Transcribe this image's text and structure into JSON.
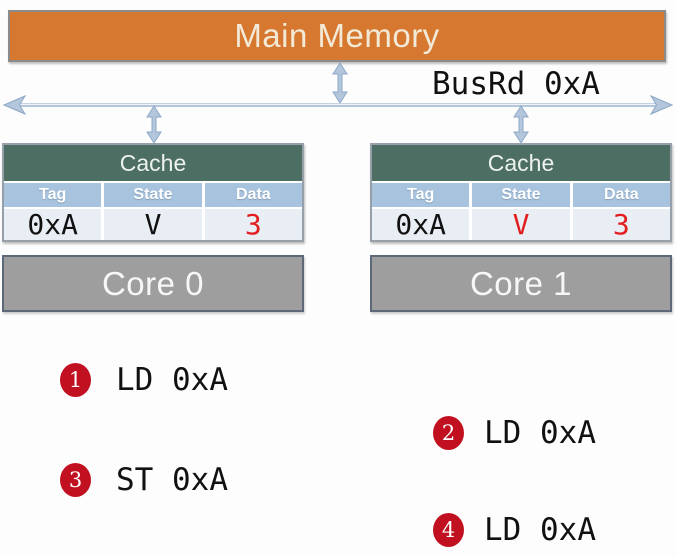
{
  "memory": {
    "label": "Main Memory"
  },
  "bus": {
    "label": "BusRd 0xA"
  },
  "caches": [
    {
      "title": "Cache",
      "columns": [
        "Tag",
        "State",
        "Data"
      ],
      "row": {
        "tag": "0xA",
        "state": "V",
        "data": "3"
      }
    },
    {
      "title": "Cache",
      "columns": [
        "Tag",
        "State",
        "Data"
      ],
      "row": {
        "tag": "0xA",
        "state": "V",
        "data": "3"
      }
    }
  ],
  "cores": [
    {
      "label": "Core 0"
    },
    {
      "label": "Core 1"
    }
  ],
  "steps": [
    {
      "num": "1",
      "op": "LD 0xA",
      "core": "Core 0"
    },
    {
      "num": "2",
      "op": "LD 0xA",
      "core": "Core 1"
    },
    {
      "num": "3",
      "op": "ST 0xA",
      "core": "Core 0"
    },
    {
      "num": "4",
      "op": "LD 0xA",
      "core": "Core 1"
    }
  ],
  "colors": {
    "orange": "#d6782f",
    "cream": "#f3e9d7",
    "green": "#4d6e62",
    "green_text": "#edf2ee",
    "header_blue": "#a7c3dd",
    "cell_bg": "#e9eef5",
    "core_gray": "#9e9e9e",
    "core_border": "#5d6979",
    "badge_red": "#c11120",
    "value_red": "#e11d1e",
    "arrow_fill": "#b3c6dc",
    "arrow_edge": "#8ca8c6",
    "box_border": "#8b8b8b",
    "box_border2": "#97a0a9",
    "ink": "#111111"
  }
}
